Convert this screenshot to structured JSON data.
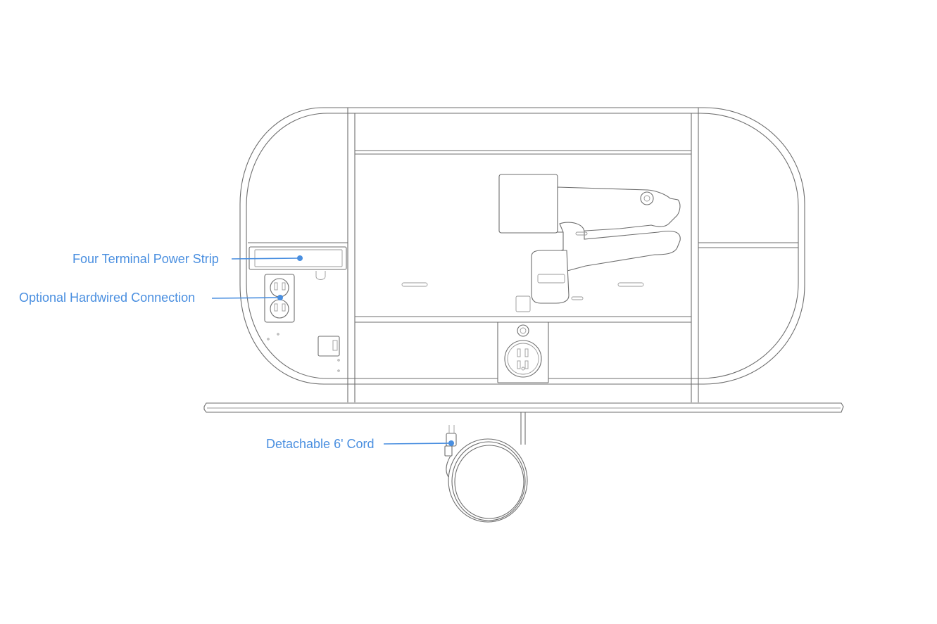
{
  "diagram": {
    "accent_color": "#4a8fe0",
    "line_color": "#6e6e6e",
    "background": "#ffffff",
    "callouts": [
      {
        "id": "power-strip",
        "label": "Four Terminal Power Strip"
      },
      {
        "id": "hardwired",
        "label": "Optional Hardwired Connection"
      },
      {
        "id": "cord",
        "label": "Detachable 6' Cord"
      }
    ]
  }
}
